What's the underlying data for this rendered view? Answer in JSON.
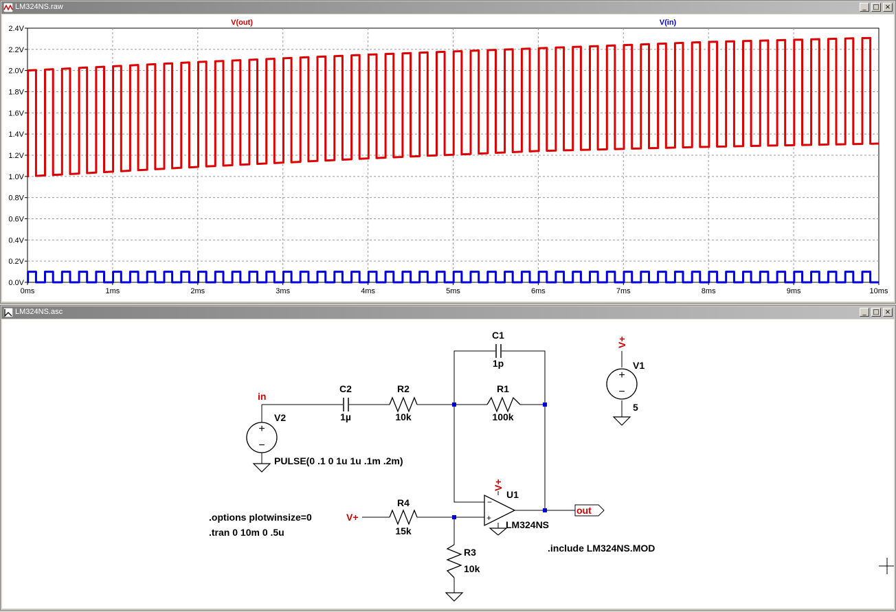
{
  "waveform_window": {
    "title": "LM324NS.raw",
    "trace_labels": [
      {
        "text": "V(out)",
        "color": "#cc0000"
      },
      {
        "text": "V(in)",
        "color": "#0000cc"
      }
    ],
    "y_ticks": [
      "0.0V",
      "0.2V",
      "0.4V",
      "0.6V",
      "0.8V",
      "1.0V",
      "1.2V",
      "1.4V",
      "1.6V",
      "1.8V",
      "2.0V",
      "2.2V",
      "2.4V"
    ],
    "x_ticks": [
      "0ms",
      "1ms",
      "2ms",
      "3ms",
      "4ms",
      "5ms",
      "6ms",
      "7ms",
      "8ms",
      "9ms",
      "10ms"
    ]
  },
  "schematic_window": {
    "title": "LM324NS.asc",
    "components": {
      "c1": {
        "name": "C1",
        "value": "1p"
      },
      "c2": {
        "name": "C2",
        "value": "1µ"
      },
      "r1": {
        "name": "R1",
        "value": "100k"
      },
      "r2": {
        "name": "R2",
        "value": "10k"
      },
      "r3": {
        "name": "R3",
        "value": "10k"
      },
      "r4": {
        "name": "R4",
        "value": "15k"
      },
      "v1": {
        "name": "V1",
        "value": "5"
      },
      "v2": {
        "name": "V2",
        "value": "PULSE(0 .1 0 1u 1u .1m .2m)"
      },
      "u1": {
        "name": "U1",
        "value": "LM324NS"
      }
    },
    "net_labels": {
      "in": "in",
      "out": "out",
      "vplus": "V+"
    },
    "directives": {
      "options": ".options plotwinsize=0",
      "tran": ".tran 0 10m 0 .5u",
      "include": ".include LM324NS.MOD"
    }
  },
  "chart_data": {
    "type": "line",
    "xlabel": "",
    "ylabel": "",
    "x_unit": "ms",
    "xlim": [
      0,
      10
    ],
    "ylim": [
      0,
      2.4
    ],
    "grid": true,
    "series": [
      {
        "name": "V(out)",
        "color": "#dd0000",
        "waveform": "pulse train, period 0.2 ms",
        "high_envelope": {
          "x": [
            0,
            2,
            4,
            6,
            8,
            10
          ],
          "y": [
            2.0,
            2.08,
            2.15,
            2.21,
            2.27,
            2.31
          ]
        },
        "low_envelope": {
          "x": [
            0,
            2,
            4,
            6,
            8,
            10
          ],
          "y": [
            1.0,
            1.09,
            1.17,
            1.24,
            1.28,
            1.31
          ]
        }
      },
      {
        "name": "V(in)",
        "color": "#0000dd",
        "waveform": "pulse train, period 0.2 ms",
        "high": 0.1,
        "low": 0.0
      }
    ]
  }
}
